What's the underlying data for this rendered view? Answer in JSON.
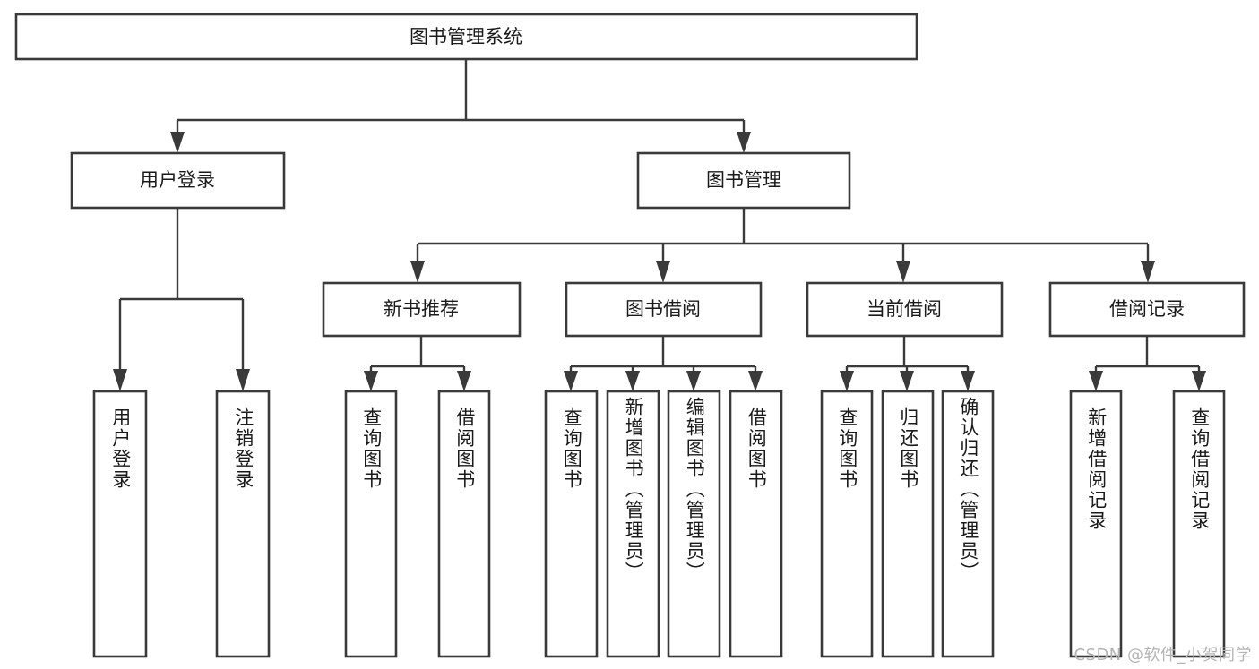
{
  "diagram": {
    "title": "图书管理系统",
    "type": "功能结构图",
    "watermark": "CSDN @软件_小贺同学",
    "colors": {
      "box_stroke": "#3a3a3a",
      "box_fill": "#ffffff",
      "text": "#1a1a1a",
      "background": "#ffffff",
      "watermark": "#b4b4b4"
    },
    "root": {
      "label": "图书管理系统",
      "orientation": "horizontal"
    },
    "level2": [
      {
        "label": "用户登录",
        "orientation": "horizontal"
      },
      {
        "label": "图书管理",
        "orientation": "horizontal"
      }
    ],
    "level3": [
      {
        "label": "新书推荐",
        "orientation": "horizontal"
      },
      {
        "label": "图书借阅",
        "orientation": "horizontal"
      },
      {
        "label": "当前借阅",
        "orientation": "horizontal"
      },
      {
        "label": "借阅记录",
        "orientation": "horizontal"
      }
    ],
    "leaves": {
      "user_login": [
        {
          "label": "用户登录",
          "orientation": "vertical"
        },
        {
          "label": "注销登录",
          "orientation": "vertical"
        }
      ],
      "new_book_recommend": [
        {
          "label": "查询图书",
          "orientation": "vertical"
        },
        {
          "label": "借阅图书",
          "orientation": "vertical"
        }
      ],
      "book_borrow": [
        {
          "label": "查询图书",
          "orientation": "vertical"
        },
        {
          "label": "新增图书（管理员）",
          "orientation": "vertical"
        },
        {
          "label": "编辑图书（管理员）",
          "orientation": "vertical"
        },
        {
          "label": "借阅图书",
          "orientation": "vertical"
        }
      ],
      "current_borrow": [
        {
          "label": "查询图书",
          "orientation": "vertical"
        },
        {
          "label": "归还图书",
          "orientation": "vertical"
        },
        {
          "label": "确认归还（管理员）",
          "orientation": "vertical"
        }
      ],
      "borrow_record": [
        {
          "label": "新增借阅记录",
          "orientation": "vertical"
        },
        {
          "label": "查询借阅记录",
          "orientation": "vertical"
        }
      ]
    }
  }
}
